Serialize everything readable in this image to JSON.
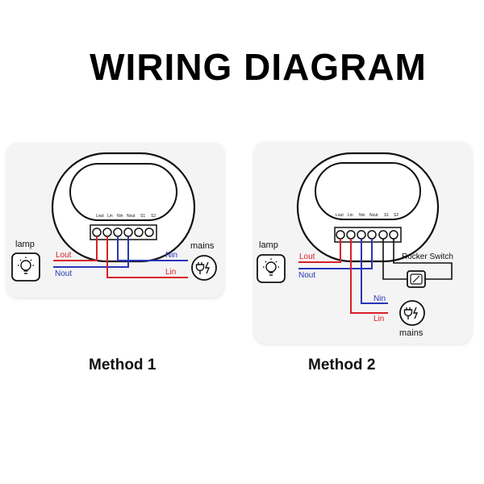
{
  "title": "WIRING DIAGRAM",
  "terminals": [
    "Lout",
    "Lin",
    "Nin",
    "Nout",
    "S1",
    "S2"
  ],
  "labels": {
    "lamp": "lamp",
    "mains": "mains",
    "lout": "Lout",
    "nout": "Nout",
    "nin": "Nin",
    "lin": "Lin",
    "rocker": "Rocker Switch"
  },
  "methods": [
    "Method 1",
    "Method 2"
  ],
  "colors": {
    "live": "#d8202a",
    "neutral": "#2a35b8",
    "switch": "#111111"
  }
}
